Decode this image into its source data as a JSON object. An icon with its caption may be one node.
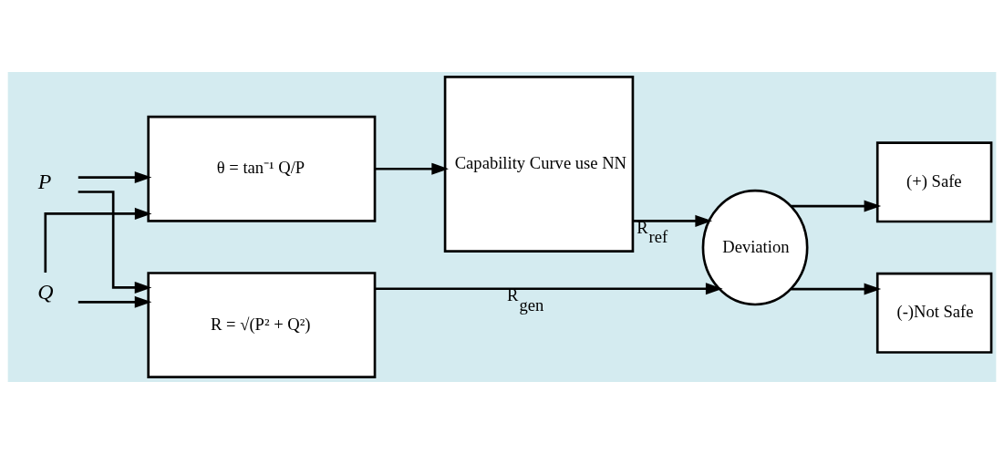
{
  "diagram": {
    "nodes": [
      {
        "text": [
          "P"
        ]
      },
      {
        "text": [
          "Q"
        ]
      },
      {
        "text": [
          "θ = tan⁻¹ Q/P"
        ]
      },
      {
        "text": [
          "Capability Curve use NN"
        ]
      },
      {
        "text": [
          "R = √(P² + Q²)"
        ]
      },
      {
        "text": [
          "Deviation"
        ]
      },
      {
        "text": [
          "(+) Safe"
        ]
      },
      {
        "text": [
          "(-)Not Safe"
        ]
      }
    ],
    "edges": [
      {
        "from": 0,
        "to": 2,
        "arrow": "to"
      },
      {
        "from": 1,
        "to": 2,
        "arrow": "to"
      },
      {
        "from": 0,
        "to": 4,
        "arrow": "to"
      },
      {
        "from": 1,
        "to": 4,
        "arrow": "to"
      },
      {
        "from": 2,
        "to": 3,
        "arrow": "to"
      },
      {
        "from": 3,
        "to": 5,
        "arrow": "to",
        "label": "R$_{ref}$"
      },
      {
        "from": 4,
        "to": 5,
        "arrow": "to",
        "label": "R$_{gen}$"
      },
      {
        "from": 5,
        "to": 6,
        "arrow": "to"
      },
      {
        "from": 5,
        "to": 7,
        "arrow": "to"
      }
    ]
  }
}
